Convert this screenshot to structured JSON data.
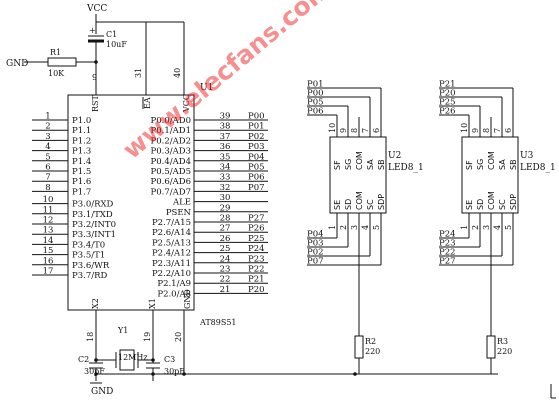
{
  "chip": {
    "ref": "U1",
    "part": "AT89S51",
    "top_pins": {
      "rst": {
        "num": "9",
        "label": "RST"
      },
      "ea": {
        "num": "31",
        "label": "EA"
      },
      "vcc": {
        "num": "40",
        "label": "VCC"
      }
    },
    "left_pins": [
      {
        "num": "1",
        "label": "P1.0"
      },
      {
        "num": "2",
        "label": "P1.1"
      },
      {
        "num": "3",
        "label": "P1.2"
      },
      {
        "num": "4",
        "label": "P1.3"
      },
      {
        "num": "5",
        "label": "P1.4"
      },
      {
        "num": "6",
        "label": "P1.5"
      },
      {
        "num": "7",
        "label": "P1.6"
      },
      {
        "num": "8",
        "label": "P1.7"
      },
      {
        "num": "10",
        "label": "P3.0/RXD"
      },
      {
        "num": "11",
        "label": "P3.1/TXD"
      },
      {
        "num": "12",
        "label": "P3.2/INT0"
      },
      {
        "num": "13",
        "label": "P3.3/INT1"
      },
      {
        "num": "14",
        "label": "P3.4/T0"
      },
      {
        "num": "15",
        "label": "P3.5/T1"
      },
      {
        "num": "16",
        "label": "P3.6/WR"
      },
      {
        "num": "17",
        "label": "P3.7/RD"
      }
    ],
    "right_pins": [
      {
        "num": "39",
        "label": "P0.0/AD0",
        "net": "P00"
      },
      {
        "num": "38",
        "label": "P0.1/AD1",
        "net": "P01"
      },
      {
        "num": "37",
        "label": "P0.2/AD2",
        "net": "P02"
      },
      {
        "num": "36",
        "label": "P0.3/AD3",
        "net": "P03"
      },
      {
        "num": "35",
        "label": "P0.4/AD4",
        "net": "P04"
      },
      {
        "num": "34",
        "label": "P0.5/AD5",
        "net": "P05"
      },
      {
        "num": "33",
        "label": "P0.6/AD6",
        "net": "P06"
      },
      {
        "num": "32",
        "label": "P0.7/AD7",
        "net": "P07"
      },
      {
        "num": "30",
        "label": "ALE",
        "net": ""
      },
      {
        "num": "29",
        "label": "PSEN",
        "net": ""
      },
      {
        "num": "28",
        "label": "P2.7/A15",
        "net": "P27"
      },
      {
        "num": "27",
        "label": "P2.6/A14",
        "net": "P26"
      },
      {
        "num": "26",
        "label": "P2.5/A13",
        "net": "P25"
      },
      {
        "num": "25",
        "label": "P2.4/A12",
        "net": "P24"
      },
      {
        "num": "24",
        "label": "P2.3/A11",
        "net": "P23"
      },
      {
        "num": "23",
        "label": "P2.2/A10",
        "net": "P22"
      },
      {
        "num": "22",
        "label": "P2.1/A9",
        "net": "P21"
      },
      {
        "num": "21",
        "label": "P2.0/A8",
        "net": "P20"
      }
    ],
    "bottom_pins": {
      "x2": {
        "num": "18",
        "label": "X2"
      },
      "x1": {
        "num": "19",
        "label": "X1"
      },
      "gnd": {
        "num": "20",
        "label": "GND"
      }
    }
  },
  "power": {
    "vcc": "VCC",
    "gnd_top": "GND",
    "gnd_bottom": "GND"
  },
  "c1": {
    "ref": "C1",
    "value": "10uF"
  },
  "r1": {
    "ref": "R1",
    "value": "10K"
  },
  "crystal": {
    "ref": "Y1",
    "value": "12MHz"
  },
  "c2": {
    "ref": "C2",
    "value": "30pF"
  },
  "c3": {
    "ref": "C3",
    "value": "30pF"
  },
  "displays": [
    {
      "ref": "U2",
      "part": "LED8_1",
      "top_nets": [
        "P01",
        "P00",
        "P05",
        "P06"
      ],
      "bottom_nets": [
        "P04",
        "P03",
        "P02",
        "P07"
      ],
      "top_pin_nums": [
        "10",
        "9",
        "8",
        "7",
        "6"
      ],
      "bottom_pin_nums": [
        "1",
        "2",
        "3",
        "4",
        "5"
      ],
      "top_segs": [
        "SF",
        "SG",
        "COM",
        "SA",
        "SB"
      ],
      "bottom_segs": [
        "SE",
        "SD",
        "COM",
        "SC",
        "SDP"
      ],
      "resistor": {
        "ref": "R2",
        "value": "220"
      }
    },
    {
      "ref": "U3",
      "part": "LED8_1",
      "top_nets": [
        "P21",
        "P20",
        "P25",
        "P26"
      ],
      "bottom_nets": [
        "P24",
        "P23",
        "P22",
        "P27"
      ],
      "top_pin_nums": [
        "10",
        "9",
        "8",
        "7",
        "6"
      ],
      "bottom_pin_nums": [
        "1",
        "2",
        "3",
        "4",
        "5"
      ],
      "top_segs": [
        "SF",
        "SG",
        "COM",
        "SA",
        "SB"
      ],
      "bottom_segs": [
        "SE",
        "SD",
        "COM",
        "SC",
        "SDP"
      ],
      "resistor": {
        "ref": "R3",
        "value": "220"
      }
    }
  ],
  "watermark": "www.elecfans.com"
}
